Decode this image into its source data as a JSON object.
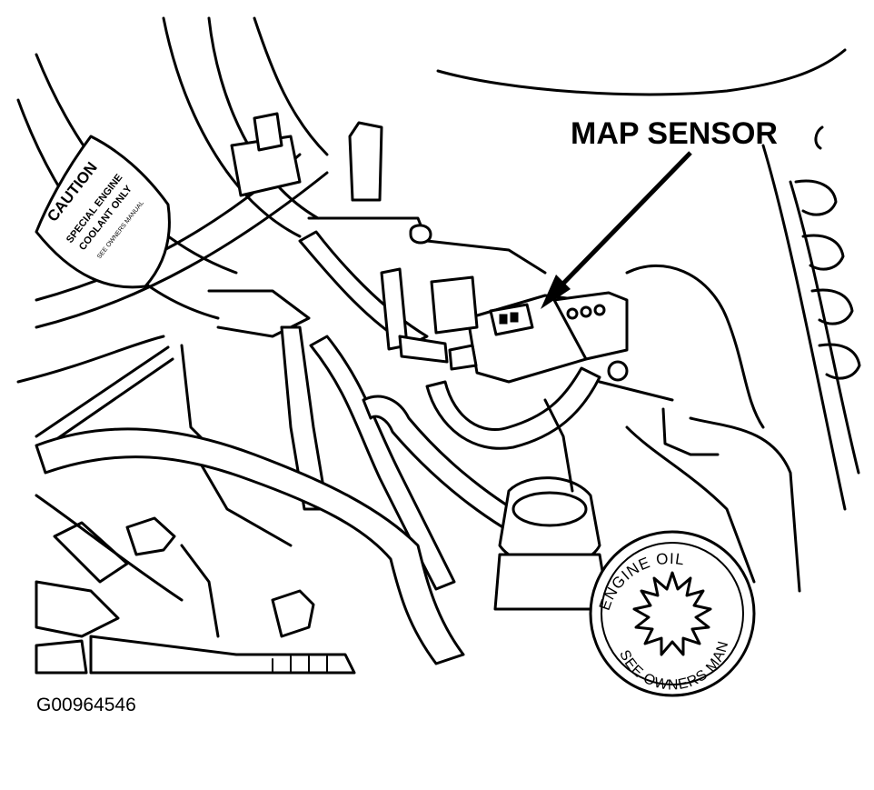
{
  "callout": {
    "label": "MAP SENSOR"
  },
  "caution_cap": {
    "heading": "CAUTION",
    "line1": "SPECIAL ENGINE",
    "line2": "COOLANT ONLY",
    "line3": "SEE OWNERS MANUAL"
  },
  "oil_cap": {
    "line_top": "ENGINE OIL",
    "line_bottom": "SEE OWNERS MANUAL"
  },
  "figure_id": "G00964546"
}
